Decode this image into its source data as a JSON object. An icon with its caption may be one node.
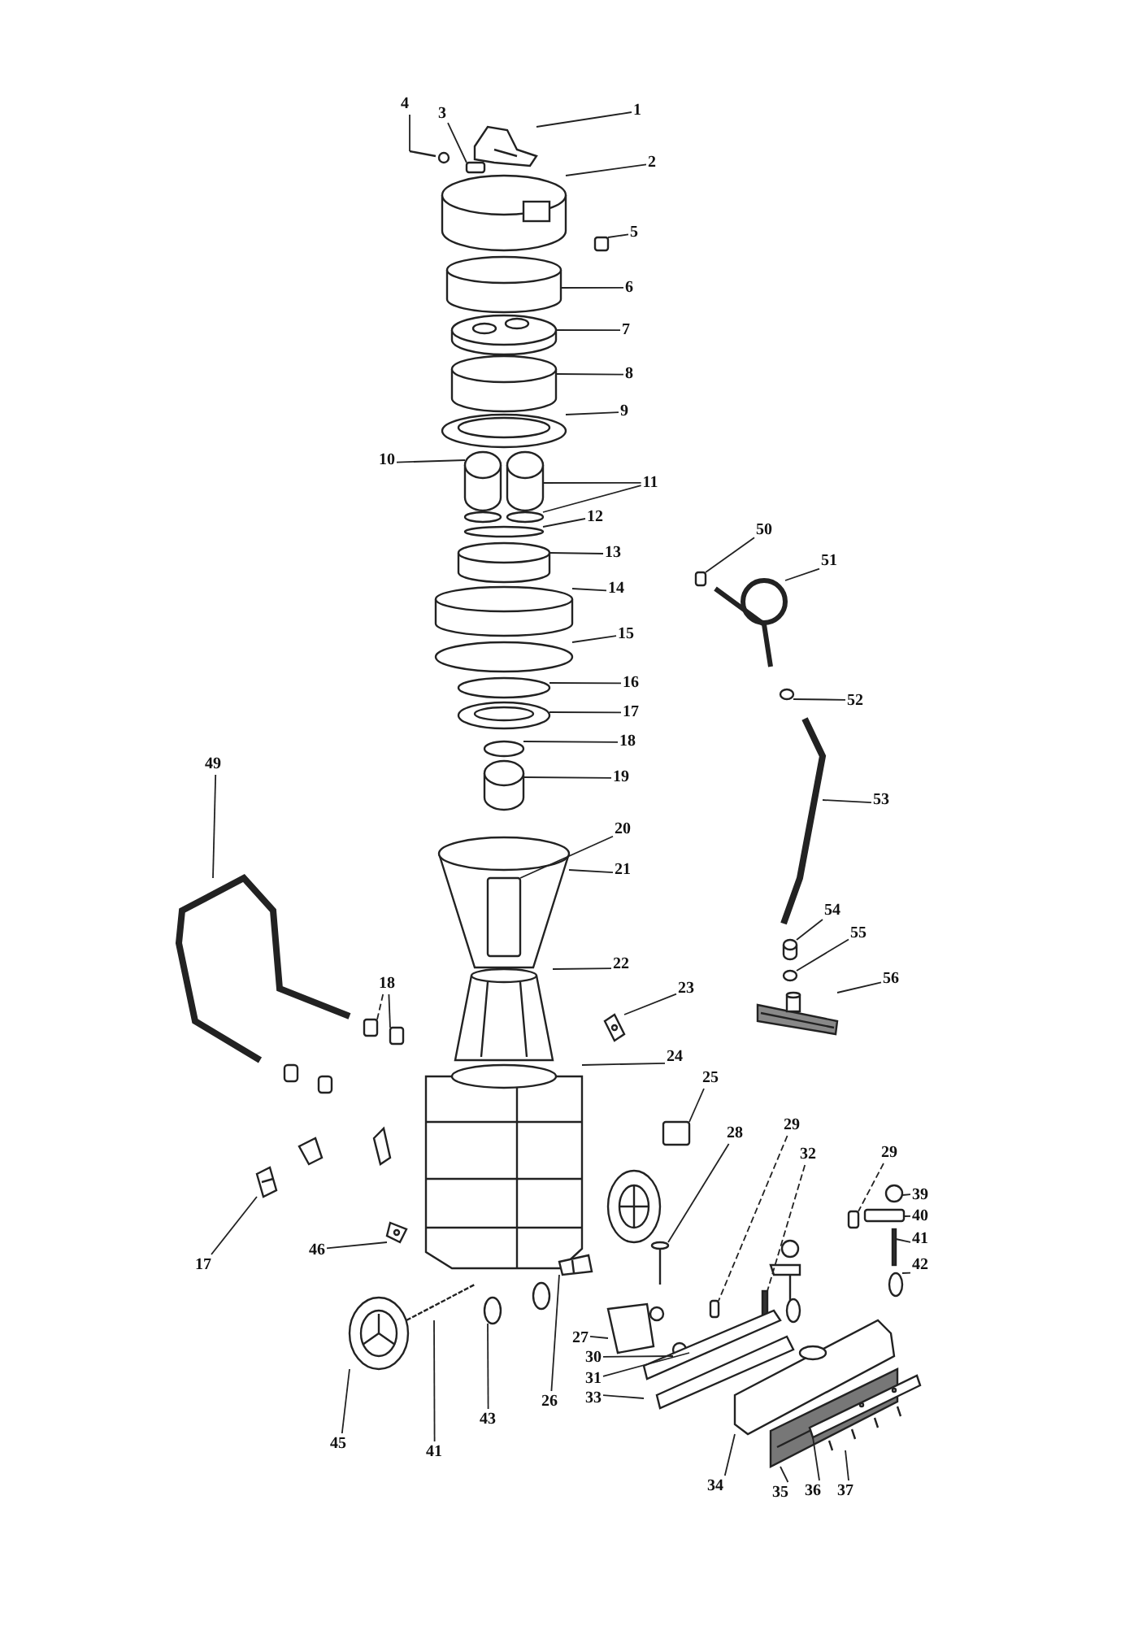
{
  "diagram": {
    "nodes": [
      {
        "text": [
          "1"
        ]
      },
      {
        "text": [
          "2"
        ]
      },
      {
        "text": [
          "3"
        ]
      },
      {
        "text": [
          "4"
        ]
      },
      {
        "text": [
          "5"
        ]
      },
      {
        "text": [
          "6"
        ]
      },
      {
        "text": [
          "7"
        ]
      },
      {
        "text": [
          "8"
        ]
      },
      {
        "text": [
          "9"
        ]
      },
      {
        "text": [
          "10"
        ]
      },
      {
        "text": [
          "11"
        ]
      },
      {
        "text": [
          "12"
        ]
      },
      {
        "text": [
          "13"
        ]
      },
      {
        "text": [
          "14"
        ]
      },
      {
        "text": [
          "15"
        ]
      },
      {
        "text": [
          "16"
        ]
      },
      {
        "text": [
          "17"
        ]
      },
      {
        "text": [
          "18"
        ]
      },
      {
        "text": [
          "19"
        ]
      },
      {
        "text": [
          "20"
        ]
      },
      {
        "text": [
          "21"
        ]
      },
      {
        "text": [
          "22"
        ]
      },
      {
        "text": [
          "23"
        ]
      },
      {
        "text": [
          "24"
        ]
      },
      {
        "text": [
          "25"
        ]
      },
      {
        "text": [
          "26"
        ]
      },
      {
        "text": [
          "27"
        ]
      },
      {
        "text": [
          "28"
        ]
      },
      {
        "text": [
          "29"
        ]
      },
      {
        "text": [
          "30"
        ]
      },
      {
        "text": [
          "31"
        ]
      },
      {
        "text": [
          "32"
        ]
      },
      {
        "text": [
          "33"
        ]
      },
      {
        "text": [
          "34"
        ]
      },
      {
        "text": [
          "35"
        ]
      },
      {
        "text": [
          "36"
        ]
      },
      {
        "text": [
          "37"
        ]
      },
      {
        "text": [
          "29"
        ]
      },
      {
        "text": [
          "39"
        ]
      },
      {
        "text": [
          "40"
        ]
      },
      {
        "text": [
          "41"
        ]
      },
      {
        "text": [
          "42"
        ]
      },
      {
        "text": [
          "43"
        ]
      },
      {
        "text": [
          "41"
        ]
      },
      {
        "text": [
          "45"
        ]
      },
      {
        "text": [
          "46"
        ]
      },
      {
        "text": [
          "17"
        ]
      },
      {
        "text": [
          "18"
        ]
      },
      {
        "text": [
          "49"
        ]
      },
      {
        "text": [
          "50"
        ]
      },
      {
        "text": [
          "51"
        ]
      },
      {
        "text": [
          "52"
        ]
      },
      {
        "text": [
          "53"
        ]
      },
      {
        "text": [
          "54"
        ]
      },
      {
        "text": [
          "55"
        ]
      },
      {
        "text": [
          "56"
        ]
      },
      {
        "text": [],
        "shape": "picture"
      },
      {
        "text": [],
        "shape": "picture"
      },
      {
        "text": [],
        "shape": "box"
      },
      {
        "text": [],
        "shape": "picture"
      },
      {
        "text": [],
        "shape": "box"
      },
      {
        "text": [],
        "shape": "cylinder"
      },
      {
        "text": [],
        "shape": "picture"
      },
      {
        "text": [],
        "shape": "cylinder"
      },
      {
        "text": [],
        "shape": "picture"
      },
      {
        "text": [],
        "shape": "cylinder"
      },
      {
        "text": [],
        "shape": "cylinder"
      },
      {
        "text": [],
        "shape": "circle"
      },
      {
        "text": [],
        "shape": "circle"
      },
      {
        "text": [],
        "shape": "cylinder"
      },
      {
        "text": [],
        "shape": "cylinder"
      },
      {
        "text": [],
        "shape": "circle"
      },
      {
        "text": [],
        "shape": "circle"
      },
      {
        "text": [],
        "shape": "picture"
      },
      {
        "text": [],
        "shape": "circle"
      },
      {
        "text": [],
        "shape": "cylinder"
      },
      {
        "text": [],
        "shape": "picture"
      },
      {
        "text": [],
        "shape": "box",
        "in": 76
      },
      {
        "text": [],
        "shape": "picture"
      },
      {
        "text": [],
        "shape": "picture"
      },
      {
        "text": [],
        "shape": "picture"
      },
      {
        "text": [],
        "shape": "box"
      },
      {
        "text": [],
        "shape": "picture"
      },
      {
        "text": [],
        "shape": "picture"
      },
      {
        "text": [],
        "shape": "picture"
      },
      {
        "text": [],
        "shape": "box"
      },
      {
        "text": [],
        "shape": "circle"
      },
      {
        "text": [],
        "shape": "bar"
      },
      {
        "text": [],
        "shape": "bar"
      },
      {
        "text": [],
        "shape": "picture"
      },
      {
        "text": [],
        "shape": "picture"
      },
      {
        "text": [],
        "shape": "picture"
      },
      {
        "text": [],
        "shape": "picture"
      },
      {
        "text": [],
        "shape": "picture"
      },
      {
        "text": [],
        "shape": "box"
      },
      {
        "text": [],
        "shape": "circle"
      },
      {
        "text": [],
        "shape": "box"
      },
      {
        "text": [],
        "shape": "bar"
      },
      {
        "text": [],
        "shape": "circle"
      },
      {
        "text": [],
        "shape": "circle"
      },
      {
        "text": [],
        "shape": "picture"
      },
      {
        "text": [],
        "shape": "picture"
      },
      {
        "text": [],
        "shape": "picture"
      },
      {
        "text": [],
        "shape": "picture"
      },
      {
        "text": [],
        "shape": "box"
      },
      {
        "text": [],
        "shape": "box"
      },
      {
        "text": [],
        "shape": "picture"
      },
      {
        "text": [],
        "shape": "box"
      },
      {
        "text": [],
        "shape": "picture"
      },
      {
        "text": [],
        "shape": "circle"
      },
      {
        "text": [],
        "shape": "picture"
      },
      {
        "text": [],
        "shape": "cylinder"
      },
      {
        "text": [],
        "shape": "circle"
      },
      {
        "text": [],
        "shape": "picture"
      }
    ],
    "edges": [
      {
        "from": 0,
        "to": 56,
        "arrow": "none"
      },
      {
        "from": 1,
        "to": 57,
        "arrow": "none"
      },
      {
        "from": 2,
        "to": 58,
        "arrow": "none"
      },
      {
        "from": 3,
        "to": 59,
        "arrow": "none"
      },
      {
        "from": 4,
        "to": 60,
        "arrow": "none"
      },
      {
        "from": 5,
        "to": 61,
        "arrow": "none"
      },
      {
        "from": 6,
        "to": 62,
        "arrow": "none"
      },
      {
        "from": 7,
        "to": 63,
        "arrow": "none"
      },
      {
        "from": 8,
        "to": 64,
        "arrow": "none"
      },
      {
        "from": 9,
        "to": 65,
        "arrow": "none"
      },
      {
        "from": 10,
        "to": 66,
        "arrow": "none"
      },
      {
        "from": 10,
        "to": 67,
        "arrow": "none"
      },
      {
        "from": 11,
        "to": 68,
        "arrow": "none"
      },
      {
        "from": 12,
        "to": 69,
        "arrow": "none"
      },
      {
        "from": 13,
        "to": 70,
        "arrow": "none"
      },
      {
        "from": 14,
        "to": 71,
        "arrow": "none"
      },
      {
        "from": 15,
        "to": 72,
        "arrow": "none"
      },
      {
        "from": 16,
        "to": 73,
        "arrow": "none"
      },
      {
        "from": 17,
        "to": 74,
        "arrow": "none"
      },
      {
        "from": 18,
        "to": 75,
        "arrow": "none"
      },
      {
        "from": 19,
        "to": 77,
        "arrow": "none"
      },
      {
        "from": 20,
        "to": 76,
        "arrow": "none"
      },
      {
        "from": 21,
        "to": 78,
        "arrow": "none"
      },
      {
        "from": 22,
        "to": 79,
        "arrow": "none"
      },
      {
        "from": 23,
        "to": 80,
        "arrow": "none"
      },
      {
        "from": 24,
        "to": 81,
        "arrow": "none"
      },
      {
        "from": 25,
        "to": 82,
        "arrow": "none"
      },
      {
        "from": 26,
        "to": 83,
        "arrow": "none"
      },
      {
        "from": 27,
        "to": 84,
        "arrow": "none"
      },
      {
        "from": 28,
        "to": 85,
        "arrow": "none",
        "style": "dashed"
      },
      {
        "from": 29,
        "to": 86,
        "arrow": "none"
      },
      {
        "from": 30,
        "to": 87,
        "arrow": "none"
      },
      {
        "from": 31,
        "to": 88,
        "arrow": "none",
        "style": "dashed"
      },
      {
        "from": 32,
        "to": 89,
        "arrow": "none"
      },
      {
        "from": 33,
        "to": 90,
        "arrow": "none"
      },
      {
        "from": 34,
        "to": 91,
        "arrow": "none"
      },
      {
        "from": 35,
        "to": 92,
        "arrow": "none"
      },
      {
        "from": 36,
        "to": 93,
        "arrow": "none"
      },
      {
        "from": 37,
        "to": 94,
        "arrow": "none",
        "style": "dashed"
      },
      {
        "from": 38,
        "to": 95,
        "arrow": "none"
      },
      {
        "from": 39,
        "to": 96,
        "arrow": "none"
      },
      {
        "from": 40,
        "to": 97,
        "arrow": "none"
      },
      {
        "from": 41,
        "to": 98,
        "arrow": "none"
      },
      {
        "from": 42,
        "to": 99,
        "arrow": "none"
      },
      {
        "from": 43,
        "to": 100,
        "arrow": "none"
      },
      {
        "from": 44,
        "to": 101,
        "arrow": "none"
      },
      {
        "from": 45,
        "to": 102,
        "arrow": "none"
      },
      {
        "from": 46,
        "to": 103,
        "arrow": "none"
      },
      {
        "from": 47,
        "to": 104,
        "arrow": "none",
        "style": "dashed"
      },
      {
        "from": 47,
        "to": 105,
        "arrow": "none"
      },
      {
        "from": 48,
        "to": 106,
        "arrow": "none"
      },
      {
        "from": 49,
        "to": 107,
        "arrow": "none"
      },
      {
        "from": 50,
        "to": 108,
        "arrow": "none"
      },
      {
        "from": 51,
        "to": 109,
        "arrow": "none"
      },
      {
        "from": 52,
        "to": 110,
        "arrow": "none"
      },
      {
        "from": 53,
        "to": 111,
        "arrow": "none"
      },
      {
        "from": 54,
        "to": 112,
        "arrow": "none"
      },
      {
        "from": 55,
        "to": 113,
        "arrow": "none"
      }
    ]
  }
}
